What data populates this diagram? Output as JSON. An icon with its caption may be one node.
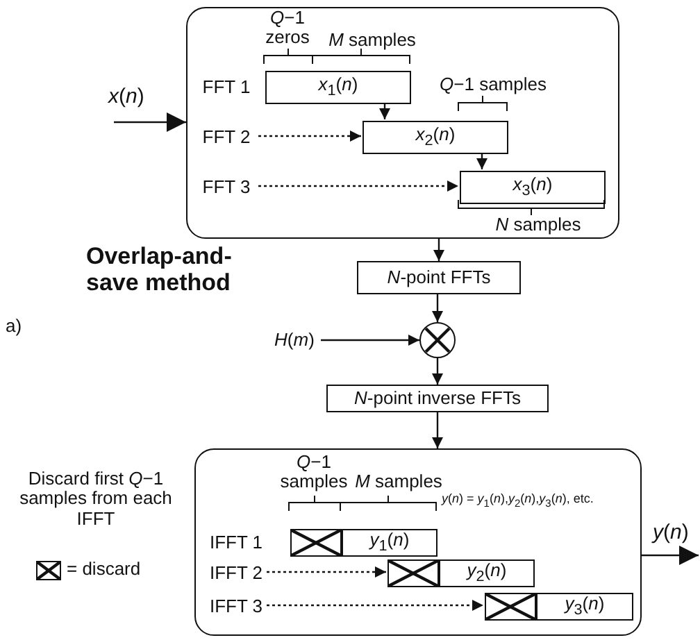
{
  "diagram": {
    "title": "Overlap-and-save method",
    "nodes": [
      {
        "text": [],
        "shape": "box"
      },
      {
        "text": [
          "FFT 1"
        ],
        "in": 0
      },
      {
        "text": [
          "*x*$_{1}$(*n*)"
        ],
        "in": 0
      },
      {
        "text": [
          "FFT 2"
        ],
        "in": 0
      },
      {
        "text": [
          "*x*$_{2}$(*n*)"
        ],
        "in": 0
      },
      {
        "text": [
          "FFT 3"
        ],
        "in": 0
      },
      {
        "text": [
          "*x*$_{3}$(*n*)"
        ],
        "in": 0
      },
      {
        "text": [
          "*N*-point FFTs"
        ]
      },
      {
        "text": [],
        "shape": "circle"
      },
      {
        "text": [
          "*H*(*m*)"
        ]
      },
      {
        "text": [
          "*N*-point inverse FFTs"
        ]
      },
      {
        "text": [],
        "shape": "box"
      },
      {
        "text": [
          "IFFT 1"
        ],
        "in": 11
      },
      {
        "text": [],
        "shape": "box",
        "in": 11
      },
      {
        "text": [
          "*y*$_{1}$(*n*)"
        ],
        "in": 11
      },
      {
        "text": [
          "IFFT 2"
        ],
        "in": 11
      },
      {
        "text": [],
        "shape": "box",
        "in": 11
      },
      {
        "text": [
          "*y*$_{2}$(*n*)"
        ],
        "in": 11
      },
      {
        "text": [
          "IFFT 3"
        ],
        "in": 11
      },
      {
        "text": [],
        "shape": "box",
        "in": 11
      },
      {
        "text": [
          "*y*$_{3}$(*n*)"
        ],
        "in": 11
      }
    ],
    "edges": [
      {
        "from": null,
        "to": 0,
        "arrow": "to",
        "label": "*x*(*n*)"
      },
      {
        "from": 3,
        "to": 4,
        "arrow": "to",
        "style": "dashed"
      },
      {
        "from": 5,
        "to": 6,
        "arrow": "to",
        "style": "dashed"
      },
      {
        "from": 2,
        "to": 4,
        "arrow": "to"
      },
      {
        "from": 4,
        "to": 6,
        "arrow": "to"
      },
      {
        "from": 0,
        "to": 7,
        "arrow": "to"
      },
      {
        "from": 7,
        "to": 8,
        "arrow": "to"
      },
      {
        "from": 9,
        "to": 8,
        "arrow": "to"
      },
      {
        "from": 8,
        "to": 10,
        "arrow": "to"
      },
      {
        "from": 10,
        "to": 11,
        "arrow": "to"
      },
      {
        "from": 15,
        "to": 16,
        "arrow": "to",
        "style": "dashed"
      },
      {
        "from": 18,
        "to": 19,
        "arrow": "to",
        "style": "dashed"
      },
      {
        "from": 11,
        "to": null,
        "arrow": "to",
        "label": "*y*(*n*)"
      }
    ],
    "labels": [
      "*Q*−1 zeros",
      "*M* samples",
      "*Q*−1 samples",
      "*N* samples",
      "a)",
      "*Q*−1 samples",
      "*M* samples",
      "*y*(*n*) = *y*$_{1}$(*n*),*y*$_{2}$(*n*),*y*$_{3}$(*n*), etc.",
      "Discard first *Q*−1 samples from each IFFT"
    ],
    "legend": [
      {
        "text": "= discard"
      }
    ]
  }
}
